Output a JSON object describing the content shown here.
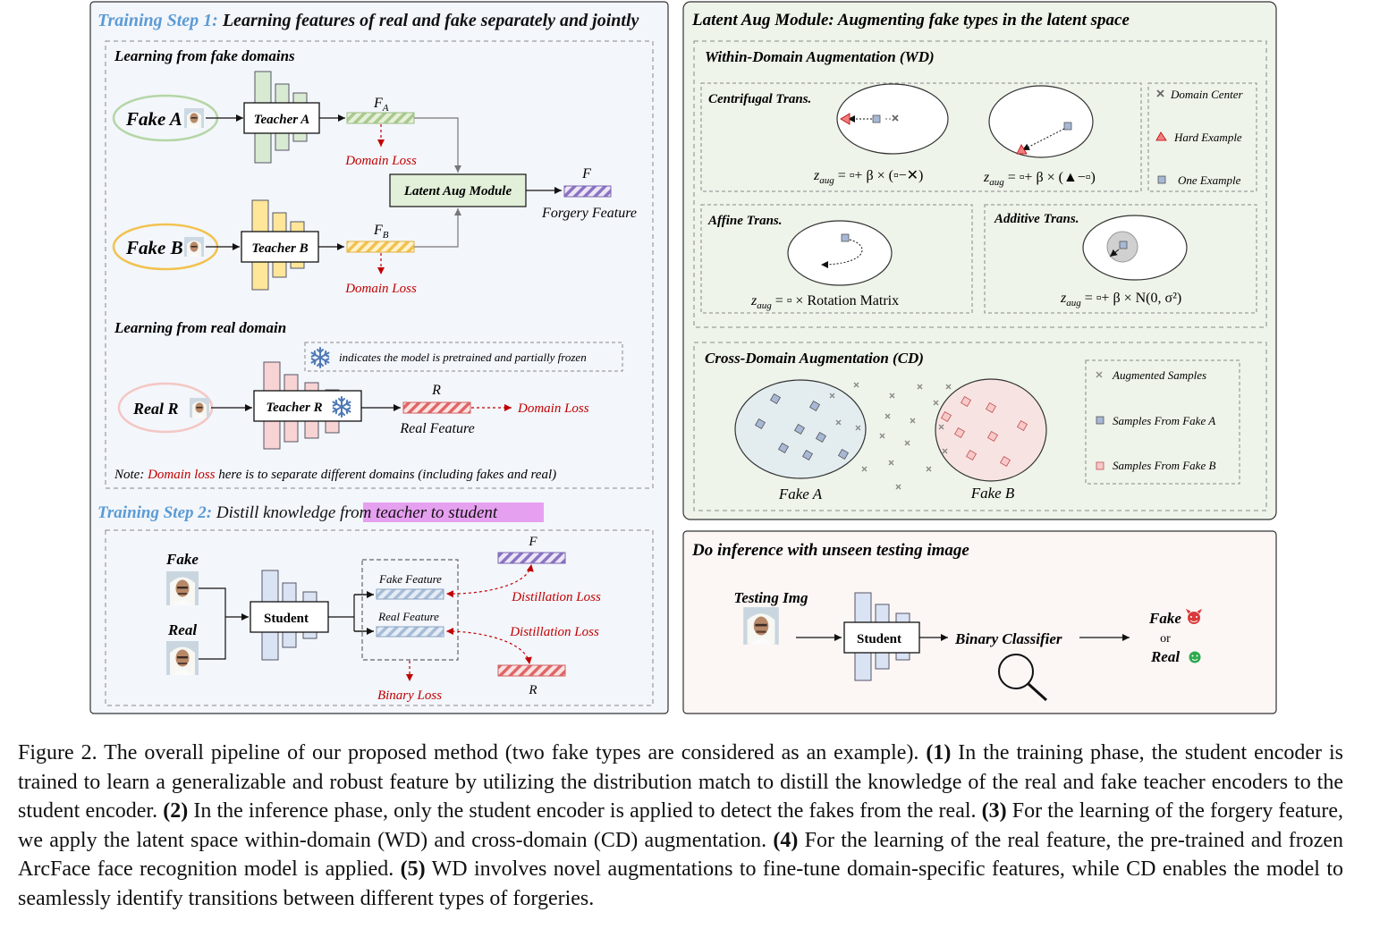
{
  "step1": {
    "title_lead": "Training Step 1:",
    "title_rest": " Learning features of real and fake separately and jointly",
    "fake_section_title": "Learning from fake domains",
    "fake_a": "Fake A",
    "fake_b": "Fake B",
    "teacher_a": "Teacher A",
    "teacher_b": "Teacher B",
    "f_a": "F",
    "f_a_sub": "A",
    "f_b": "F",
    "f_b_sub": "B",
    "domain_loss": "Domain Loss",
    "latent_aug": "Latent Aug Module",
    "f": "F",
    "forgery_feature": "Forgery Feature",
    "real_section_title": "Learning from real domain",
    "frozen_note": "indicates the model is pretrained and partially frozen",
    "real_r": "Real R",
    "teacher_r": "Teacher R",
    "r": "R",
    "real_feature": "Real Feature",
    "note_lead": "Note: ",
    "note_red": "Domain loss",
    "note_rest": " here is to separate different domains (including fakes and real)"
  },
  "step2": {
    "title_lead": "Training Step 2:",
    "title_mid": " Distill knowledge ",
    "title_highlight": "from teacher to student",
    "fake": "Fake",
    "real": "Real",
    "student": "Student",
    "fake_feature": "Fake Feature",
    "real_feature": "Real Feature",
    "f": "F",
    "r": "R",
    "distillation_loss": "Distillation Loss",
    "binary_loss": "Binary Loss"
  },
  "latent": {
    "title": "Latent Aug Module: Augmenting fake types in the latent space",
    "wd_title": "Within-Domain Augmentation (WD)",
    "centrifugal": "Centrifugal Trans.",
    "affine": "Affine Trans.",
    "additive": "Additive Trans.",
    "z": "z",
    "aug": "aug",
    "eq1": "= ▫+ β × (▫−✕)",
    "eq2": "= ▫+ β × (▲−▫)",
    "eq3": "= ▫ × Rotation Matrix",
    "eq4": "= ▫+ β × N(0, σ²)",
    "legend_domain_center": "Domain Center",
    "legend_hard_example": "Hard Example",
    "legend_one_example": "One Example",
    "cd_title": "Cross-Domain Augmentation (CD)",
    "augmented_samples": "Augmented Samples",
    "samples_fake_a": "Samples From Fake A",
    "samples_fake_b": "Samples From Fake B",
    "fake_a": "Fake A",
    "fake_b": "Fake B"
  },
  "inference": {
    "title": "Do inference with unseen testing image",
    "testing_img": "Testing Img",
    "student": "Student",
    "binary_classifier": "Binary Classifier",
    "fake": "Fake",
    "or": "or",
    "real": "Real"
  },
  "caption": {
    "s0": "Figure 2. The overall pipeline of our proposed method (two fake types are considered as an example). ",
    "b1": "(1)",
    "s1": " In the training phase, the student encoder is trained to learn a generalizable and robust feature by utilizing the distribution match to distill the knowledge of the real and fake teacher encoders to the student encoder. ",
    "b2": "(2)",
    "s2": " In the inference phase, only the student encoder is applied to detect the fakes from the real. ",
    "b3": "(3)",
    "s3": " For the learning of the forgery feature, we apply the latent space within-domain (WD) and cross-domain (CD) augmentation. ",
    "b4": "(4)",
    "s4": " For the learning of the real feature, the pre-trained and frozen ArcFace face recognition model is applied. ",
    "b5": "(5)",
    "s5": " WD involves novel augmentations to fine-tune domain-specific features, while CD enables the model to seamlessly identify transitions between different types of forgeries."
  },
  "colors": {
    "step_blue": "#5b9bd5",
    "loss_red": "#c00000",
    "highlight": "#e6a0f0",
    "panel_left": "#f3f6fb",
    "panel_latent": "#eef4ea",
    "panel_inference": "#fcf6f5"
  }
}
